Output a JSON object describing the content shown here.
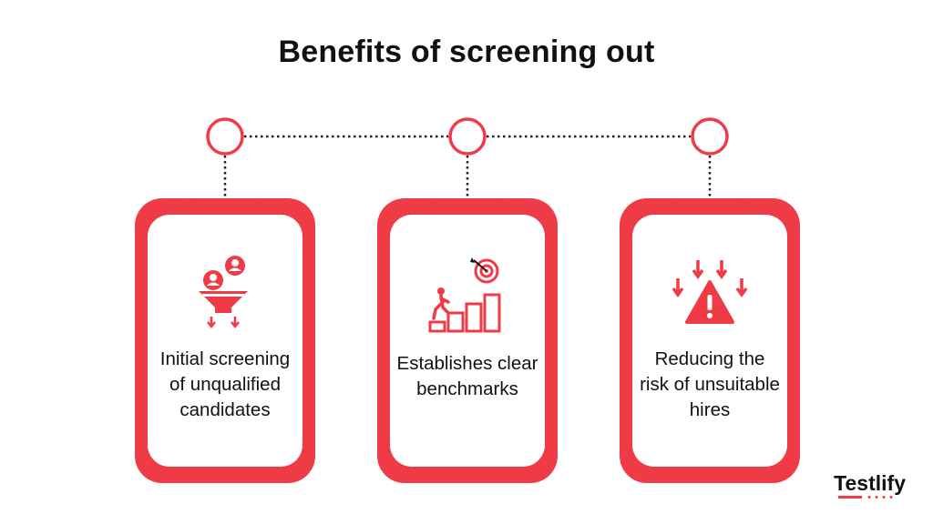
{
  "title": "Benefits of screening out",
  "colors": {
    "accent": "#ef3b46",
    "text": "#111111",
    "connector": "#222222"
  },
  "cards": [
    {
      "text": "Initial screening of unqualified candidates",
      "icon": "candidate-funnel-icon"
    },
    {
      "text": "Establishes clear benchmarks",
      "icon": "stairs-target-icon"
    },
    {
      "text": "Reducing the risk of unsuitable hires",
      "icon": "warning-arrows-icon"
    }
  ],
  "brand": {
    "name": "Testlify"
  }
}
